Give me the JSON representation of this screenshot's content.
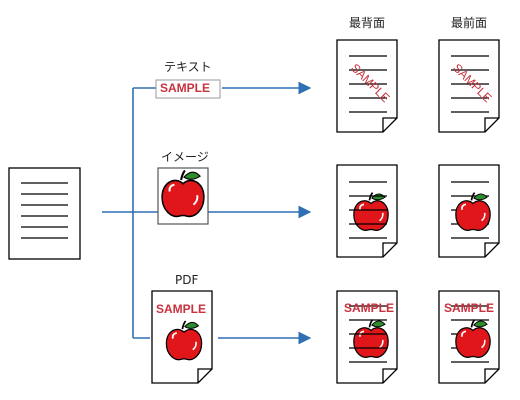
{
  "columns": {
    "back": "最背面",
    "front": "最前面"
  },
  "sources": {
    "text": {
      "label": "テキスト",
      "stamp": "SAMPLE"
    },
    "image": {
      "label": "イメージ",
      "picture": "apple-image"
    },
    "pdf": {
      "label": "PDF",
      "stamp": "SAMPLE",
      "picture": "apple-image"
    }
  },
  "results": {
    "text": {
      "back_stamp": "SAMPLE",
      "front_stamp": "SAMPLE"
    },
    "pdf": {
      "back_stamp": "SAMPLE",
      "front_stamp": "SAMPLE"
    }
  },
  "colors": {
    "flow": "#2f6fb3",
    "stamp": "#c8323d",
    "apple": "#e0161b",
    "leaf": "#2e8b2e"
  }
}
